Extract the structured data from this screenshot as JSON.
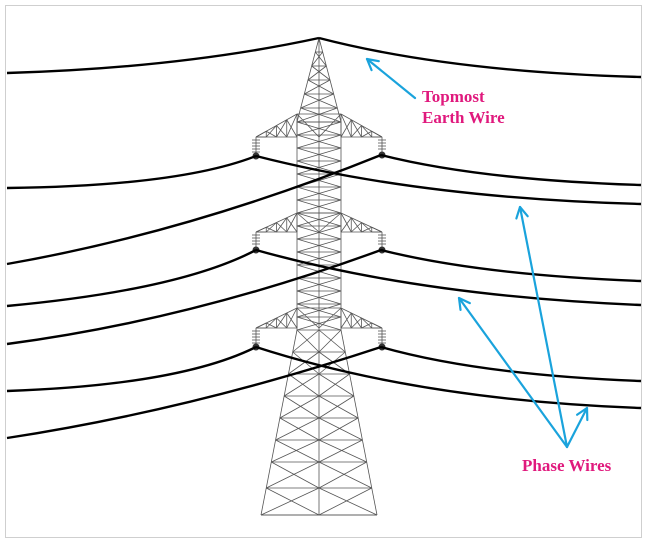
{
  "labels": {
    "topmost_line1": "Topmost",
    "topmost_line2": "Earth Wire",
    "phase_wires": "Phase Wires"
  },
  "colors": {
    "label": "#e0197d",
    "arrow": "#1aa3dc",
    "tower": "#555555",
    "wire": "#000000"
  },
  "icons": {
    "insulator": "insulator-icon",
    "arrow": "arrow-icon"
  }
}
